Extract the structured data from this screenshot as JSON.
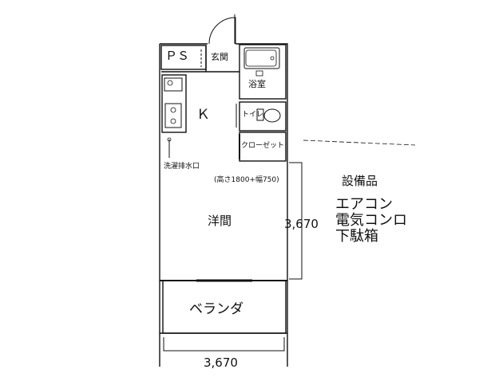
{
  "rooms": {
    "ps": "ＰＳ",
    "entrance": "玄関",
    "bathroom": "浴室",
    "kitchen": "Ｋ",
    "toilet": "トイレ",
    "closet": "クローゼット",
    "washer": "洗濯排水口",
    "closet_size": "(高さ1800+幅750)",
    "western_room": "洋間",
    "balcony": "ベランダ"
  },
  "dimensions": {
    "height": "3,670",
    "width": "3,670"
  },
  "equipment": {
    "title": "設備品",
    "items": [
      "エアコン",
      "電気コンロ",
      "下駄箱"
    ]
  }
}
